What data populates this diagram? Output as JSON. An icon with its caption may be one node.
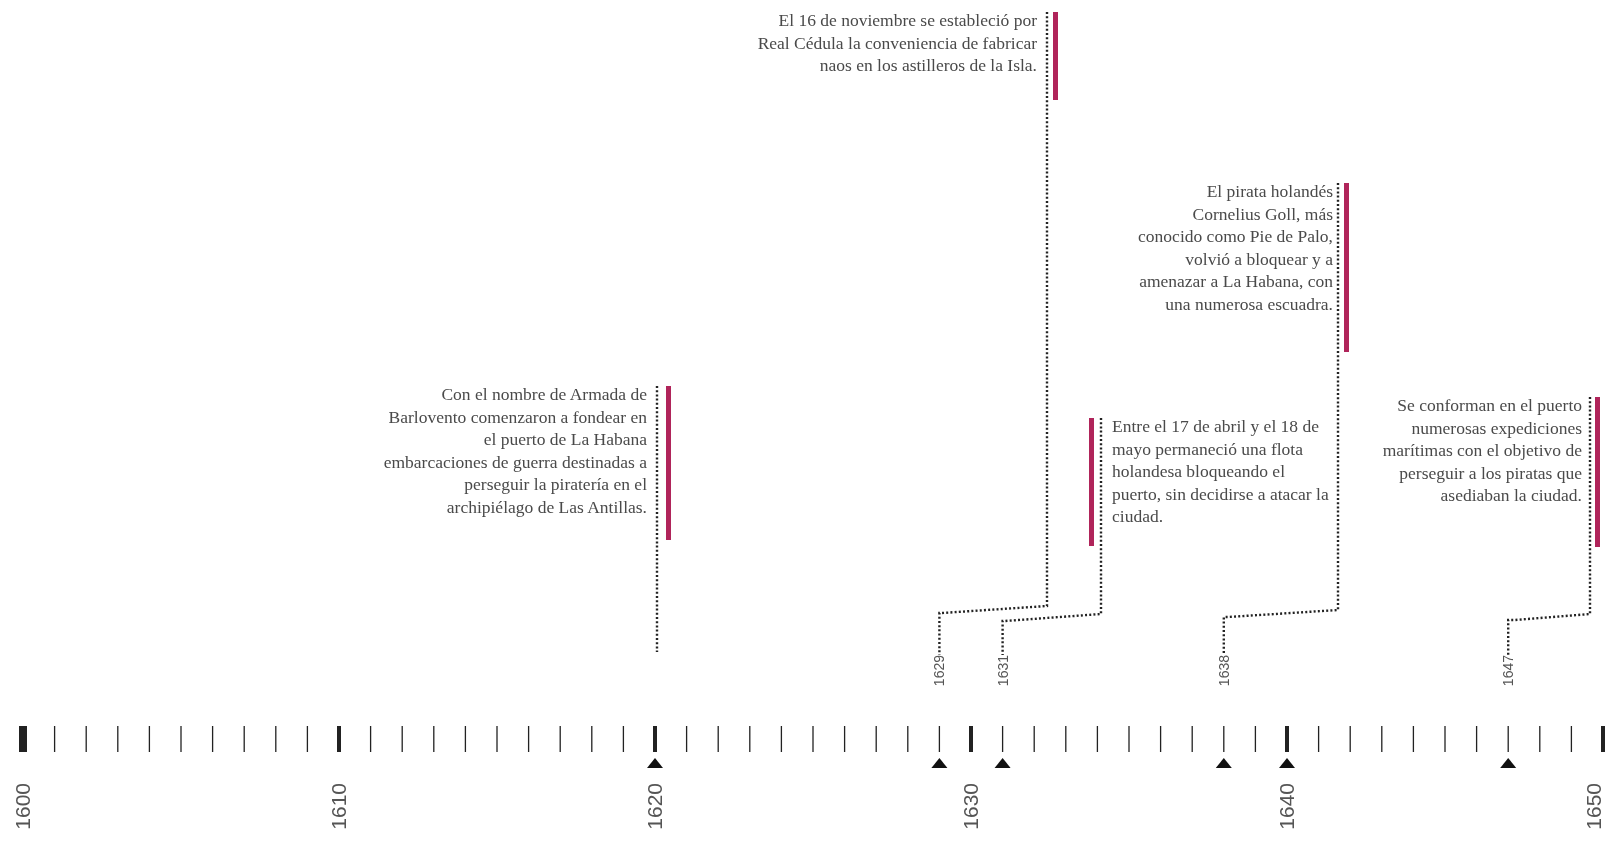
{
  "diagram": {
    "nodes": [
      {
        "text": [
          "Con el nombre de Armada de Barlovento comenzaron a fondear en el puerto de La Habana embarcaciones de guerra destinadas a perseguir la piratería en el archipiélago de Las Antillas."
        ]
      },
      {
        "text": [
          "El 16 de noviembre se estableció por Real Cédula la conveniencia de fabricar naos en los astilleros de la Isla."
        ]
      },
      {
        "text": [
          "Entre el 17 de abril y el 18 de mayo permaneció una flota holandesa bloqueando el puerto, sin decidirse a atacar la ciudad."
        ]
      },
      {
        "text": [
          "El pirata holandés Cornelius Goll, más conocido como Pie de Palo, volvió a bloquear y a amenazar a La Habana, con una numerosa escuadra."
        ]
      },
      {
        "text": [
          "Se conforman en el puerto numerosas expediciones marítimas con el objetivo de perseguir a los piratas que asediaban la ciudad."
        ]
      },
      {
        "text": [
          "1629"
        ]
      },
      {
        "text": [
          "1631"
        ]
      },
      {
        "text": [
          "1638"
        ]
      },
      {
        "text": [
          "1647"
        ]
      }
    ],
    "edges": [
      {
        "from": 0,
        "to": null,
        "arrow": "none"
      },
      {
        "from": 1,
        "to": 5,
        "arrow": "none"
      },
      {
        "from": 2,
        "to": 6,
        "arrow": "none"
      },
      {
        "from": 3,
        "to": 7,
        "arrow": "none"
      },
      {
        "from": 4,
        "to": 8,
        "arrow": "none"
      }
    ],
    "labels": [
      "1600",
      "1610",
      "1620",
      "1630",
      "1640",
      "1650"
    ]
  }
}
